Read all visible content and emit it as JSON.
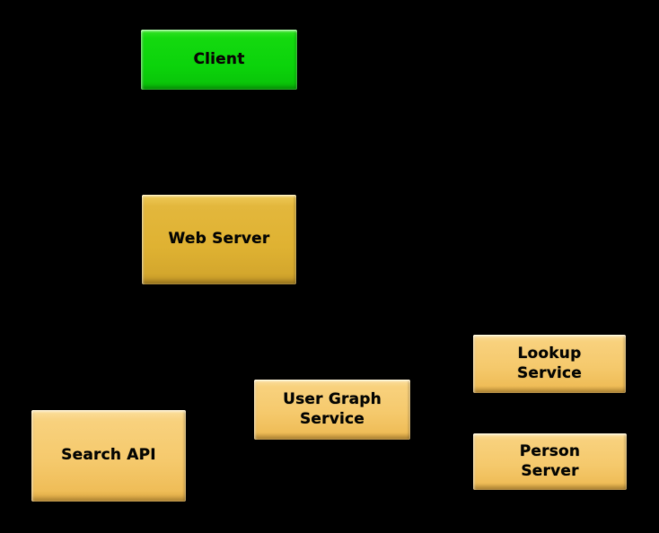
{
  "diagram": {
    "background_color": "#000000",
    "label_text_color": "#0a0a05",
    "node_fill_green": "#0bd30b",
    "node_fill_gold": "#dfb232",
    "node_fill_light_gold": "#f5c96c",
    "nodes": [
      {
        "id": "client",
        "label": "Client",
        "color_role": "green"
      },
      {
        "id": "web-server",
        "label": "Web Server",
        "color_role": "gold"
      },
      {
        "id": "search-api",
        "label": "Search API",
        "color_role": "light-gold"
      },
      {
        "id": "user-graph-service",
        "label": "User Graph\nService",
        "color_role": "light-gold"
      },
      {
        "id": "lookup-service",
        "label": "Lookup\nService",
        "color_role": "light-gold"
      },
      {
        "id": "person-server",
        "label": "Person\nServer",
        "color_role": "light-gold"
      }
    ]
  }
}
